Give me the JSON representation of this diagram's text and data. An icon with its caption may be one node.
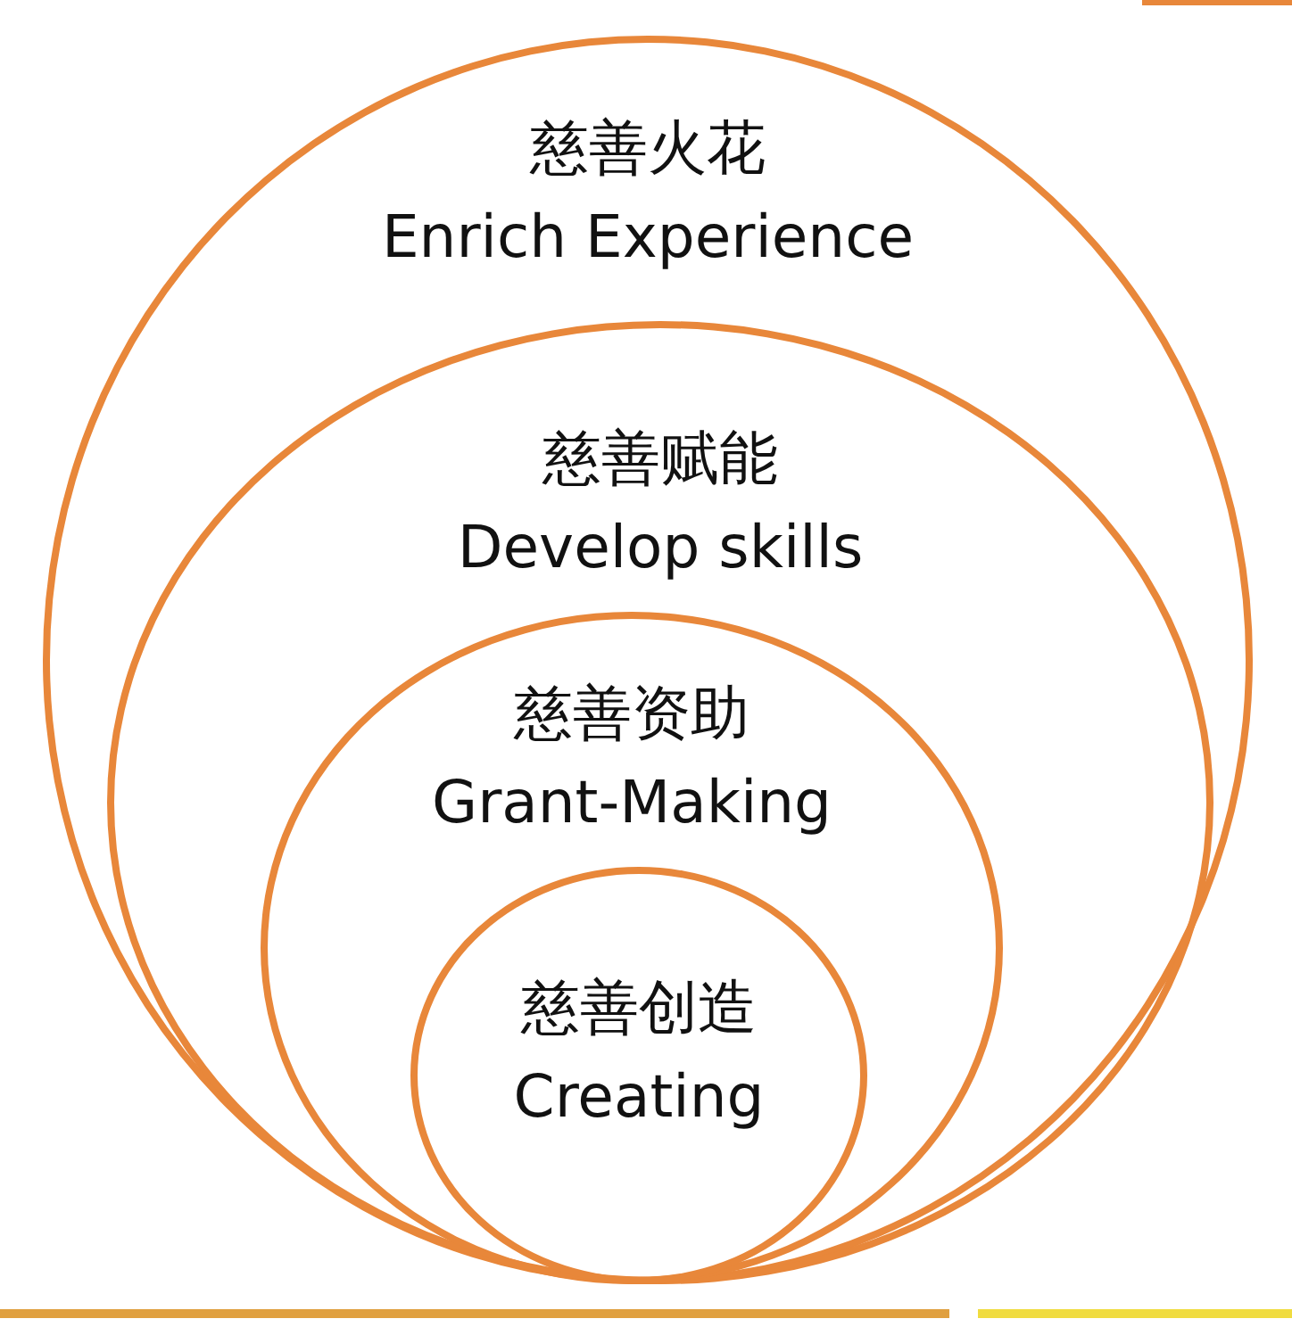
{
  "diagram": {
    "nodes": [
      {
        "text": [
          "慈善火花",
          "Enrich Experience"
        ]
      },
      {
        "text": [
          "慈善赋能",
          "Develop skills"
        ],
        "in": 0
      },
      {
        "text": [
          "慈善资助",
          "Grant-Making"
        ],
        "in": 1
      },
      {
        "text": [
          "慈善创造",
          "Creating"
        ],
        "in": 2
      }
    ]
  }
}
